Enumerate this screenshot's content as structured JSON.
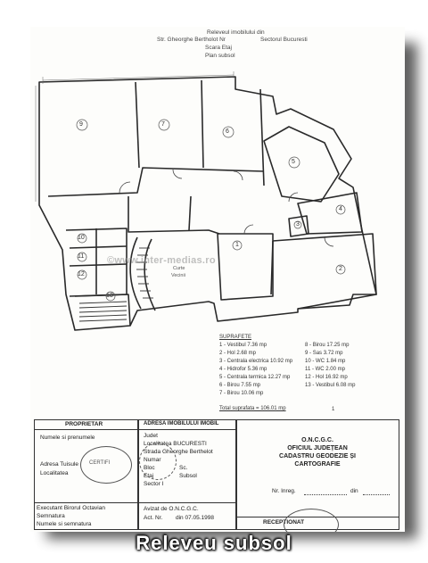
{
  "header": {
    "line1": "Releveul imobilului din",
    "line2a": "Str. Gheorghe Bertholot Nr",
    "line2b": "Sectorul  Bucuresti",
    "line3": "Scara  Etaj",
    "line4": "Plan subsol"
  },
  "rooms": {
    "r9": "9",
    "r7": "7",
    "r6": "6",
    "r5": "5",
    "r4": "4",
    "r3": "3",
    "r2": "2",
    "r1": "1",
    "r10": "10",
    "r11": "11",
    "r12": "12",
    "r13": "13"
  },
  "plan_labels": {
    "curte": "Curte",
    "vecini": "Vecinii"
  },
  "watermark": "©www.inter-medias.ro",
  "legend": {
    "title": "SUPRAFETE",
    "left": [
      "1 - Vestibul 7.36 mp",
      "2 - Hol 2.68 mp",
      "3 - Centrala electrica 10.92 mp",
      "4 - Hidrofor 5.36 mp",
      "5 - Centrala termica 12.27 mp",
      "6 - Birou 7.55 mp",
      "7 - Birou 10.06 mp"
    ],
    "right": [
      "8 - Birou 17.25 mp",
      "9 - Sas 3.72 mp",
      "10 - WC 1.84 mp",
      "11 - WC 2.00 mp",
      "12 - Hol 16.92 mp",
      "13 - Vestibul 6.08 mp"
    ],
    "total": "Total suprafata = 106.01 mp",
    "page": "1"
  },
  "proprietar": {
    "header": "PROPRIETAR",
    "name_label": "Numele si prenumele",
    "address_label": "Adresa Tuisule",
    "locality_label": "Localitatea",
    "executant": "Executant  Birorul Octavian",
    "semnatura": "Semnatura",
    "numele_sf": "Numele si semnatura"
  },
  "adresa": {
    "header": "ADRESA IMOBILULUI IMOBIL",
    "judet": "Judet",
    "localitatea": "Localitatea BUCURESTI",
    "strada": "Strada Gheorghe Berthelot",
    "numar": "Numar",
    "bloc": "Bloc",
    "bloc_val": "Sc.",
    "etaj": "Etaj",
    "etaj_val": "Subsol",
    "sector": "Sector I",
    "avizat": "Avizat de O.N.C.G.C.",
    "act": "Act. Nr.",
    "act_date": "din 07.05.1998"
  },
  "oncgc": {
    "line1": "O.N.C.G.C.",
    "line2": "OFICIUL JUDEȚEAN",
    "line3": "CADASTRU GEODEZIE ȘI",
    "line4": "CARTOGRAFIE",
    "nr_label": "Nr. Inreg.",
    "nr_din": "din",
    "receptionat": "RECEPTIONAT"
  },
  "stamp_text": "CERTIFI",
  "caption": "Releveu  subsol"
}
